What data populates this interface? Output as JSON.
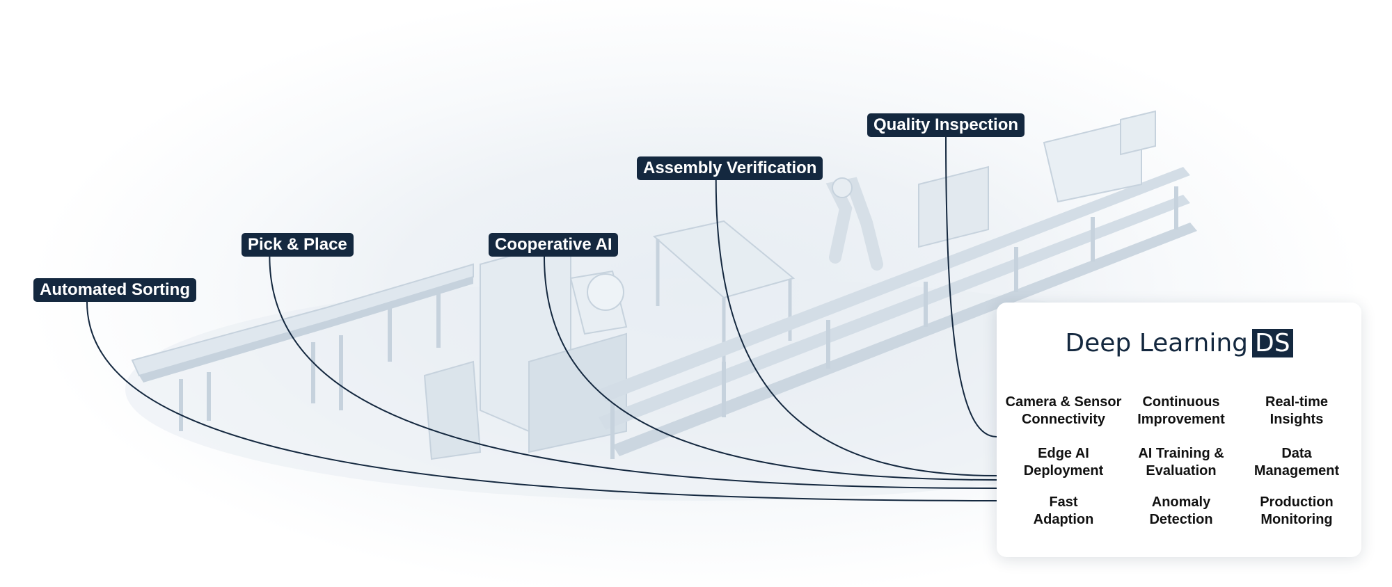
{
  "labels": [
    {
      "text": "Automated Sorting"
    },
    {
      "text": "Pick & Place"
    },
    {
      "text": "Cooperative AI"
    },
    {
      "text": "Assembly Verification"
    },
    {
      "text": "Quality Inspection"
    }
  ],
  "panel": {
    "brand_main": "Deep Learning",
    "brand_badge": "DS",
    "features": [
      [
        "Camera & Sensor",
        "Connectivity"
      ],
      [
        "Continuous",
        "Improvement"
      ],
      [
        "Real-time",
        "Insights"
      ],
      [
        "Edge AI",
        "Deployment"
      ],
      [
        "AI Training &",
        "Evaluation"
      ],
      [
        "Data",
        "Management"
      ],
      [
        "Fast",
        "Adaption"
      ],
      [
        "Anomaly",
        "Detection"
      ],
      [
        "Production",
        "Monitoring"
      ]
    ]
  },
  "colors": {
    "navy": "#14283f",
    "machine": "#dfe7ee",
    "machine_shade": "#c6d2dd"
  }
}
